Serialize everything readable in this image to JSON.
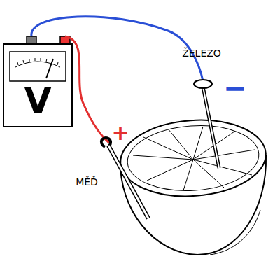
{
  "diagram": {
    "nodes": [
      {
        "text": [
          "V"
        ]
      }
    ],
    "labels": [
      "ŽELEZO",
      "−",
      "+",
      "MĚĎ"
    ]
  }
}
